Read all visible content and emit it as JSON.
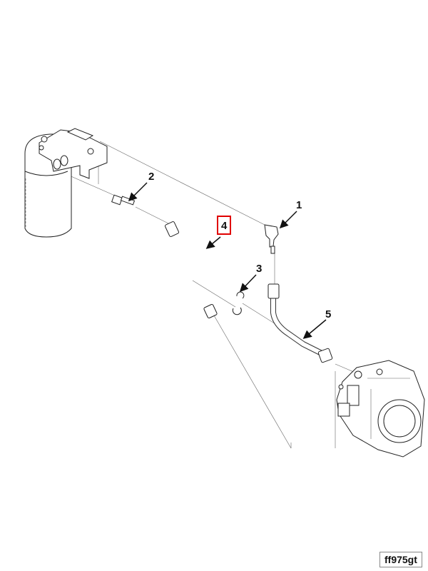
{
  "diagram": {
    "callouts": [
      {
        "id": "1",
        "label": "1"
      },
      {
        "id": "2",
        "label": "2"
      },
      {
        "id": "3",
        "label": "3"
      },
      {
        "id": "4",
        "label": "4",
        "highlighted": true
      },
      {
        "id": "5",
        "label": "5"
      }
    ],
    "highlight_color": "#e00000",
    "reference_code": "ff975gt"
  }
}
